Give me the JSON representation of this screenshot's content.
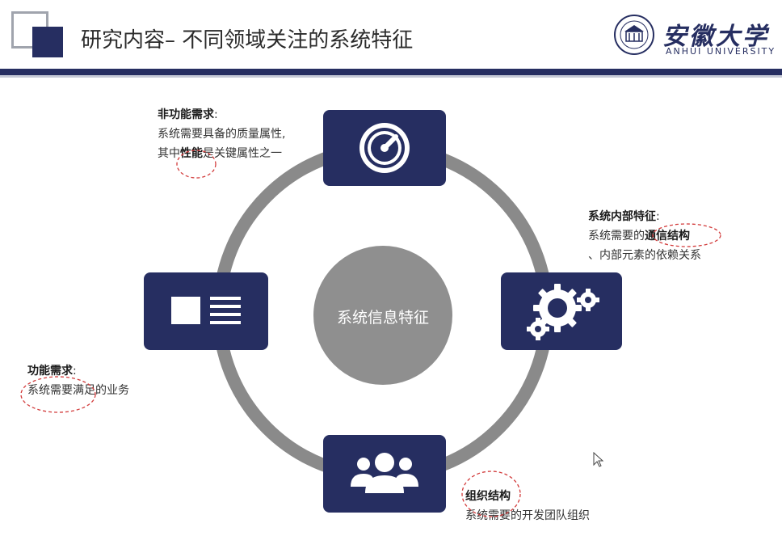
{
  "header": {
    "title": "研究内容– 不同领域关注的系统特征",
    "logo_name": "安徽大学",
    "logo_en": "ANHUI UNIVERSITY"
  },
  "diagram": {
    "center": "系统信息特征",
    "nodes": [
      {
        "position": "top",
        "icon": "speedometer-icon"
      },
      {
        "position": "right",
        "icon": "gears-icon"
      },
      {
        "position": "bottom",
        "icon": "users-group-icon"
      },
      {
        "position": "left",
        "icon": "document-layout-icon"
      }
    ]
  },
  "labels": {
    "nonfunctional": {
      "heading": "非功能需求",
      "colon": ":",
      "line1": "系统需要具备的质量属性,",
      "line2_pre": "其中",
      "line2_bold": "性能",
      "line2_post": "是关键属性之一"
    },
    "internal": {
      "heading": "系统内部特征",
      "colon": ":",
      "line1_pre": "系统需要的",
      "line1_bold": "通信结构",
      "line2": "、内部元素的依赖关系"
    },
    "functional": {
      "heading": "功能需求",
      "colon": ":",
      "line1": "系统需要满足的业务"
    },
    "organization": {
      "heading": "组织结构",
      "line1": "系统需要的开发团队组织"
    }
  },
  "colors": {
    "navy": "#262e61",
    "ring": "#8a8a8a",
    "center": "#8f8f8f",
    "highlight": "#d23b3b"
  }
}
